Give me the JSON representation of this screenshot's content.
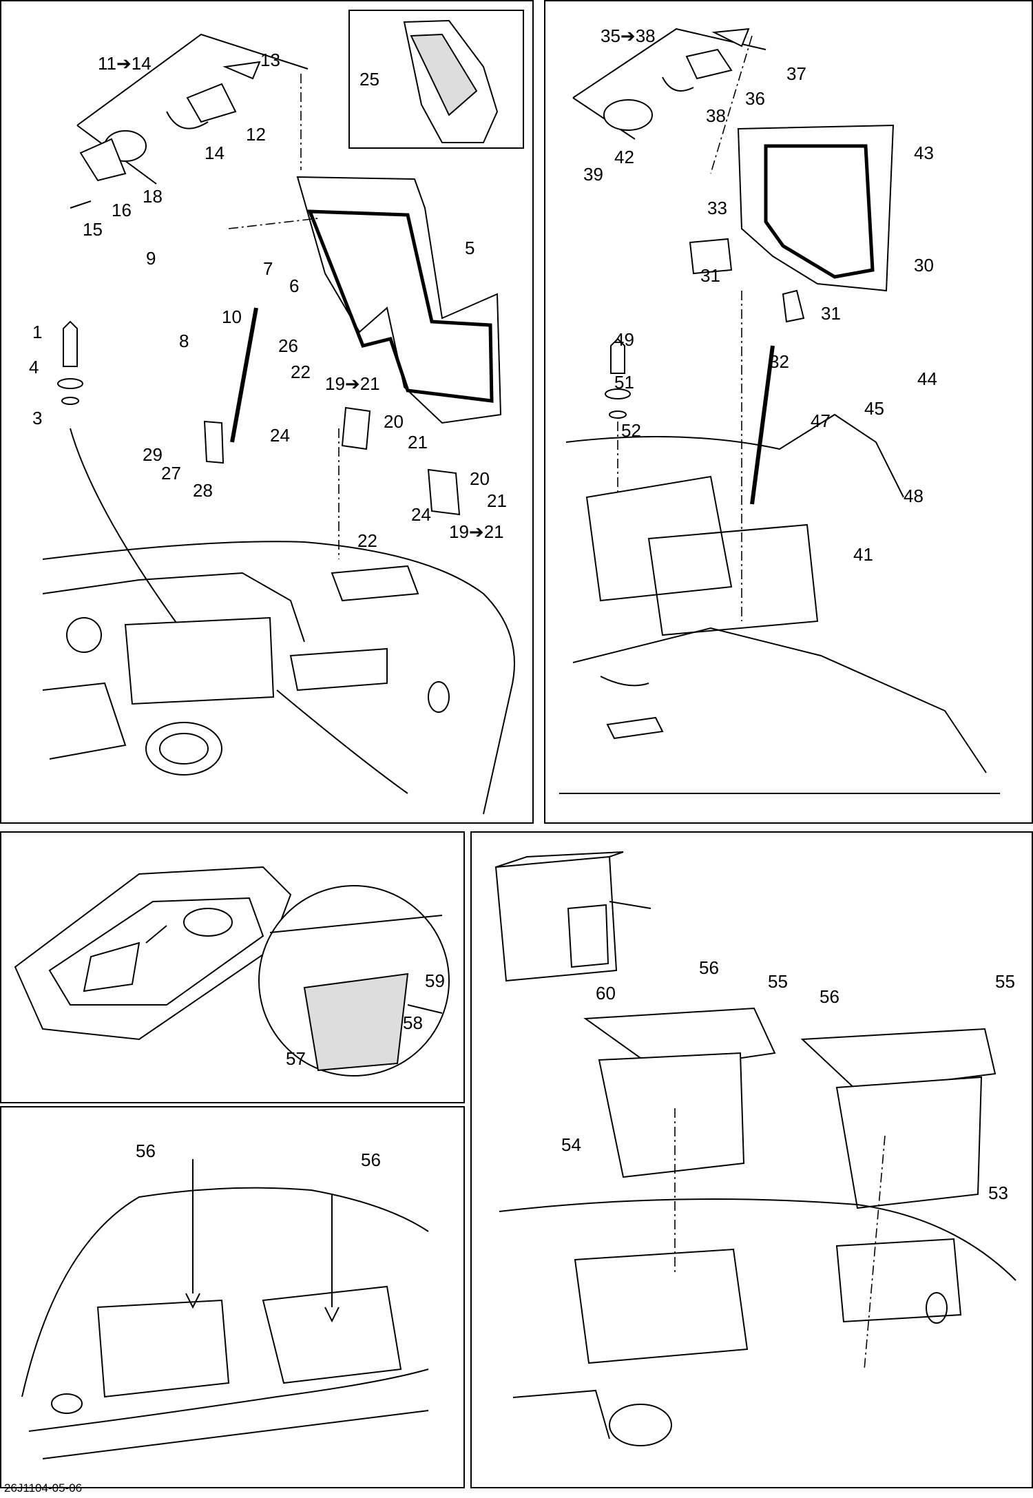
{
  "drawing_code": "26J1104-05-06",
  "panels": {
    "top_left": {
      "labels": [
        "11➔14",
        "13",
        "12",
        "14",
        "18",
        "16",
        "15",
        "25",
        "5",
        "7",
        "9",
        "6",
        "10",
        "8",
        "1",
        "26",
        "4",
        "3",
        "22",
        "19➔21",
        "20",
        "21",
        "24",
        "29",
        "27",
        "28",
        "20",
        "21",
        "24",
        "22",
        "19➔21"
      ]
    },
    "top_right": {
      "labels": [
        "35➔38",
        "37",
        "36",
        "38",
        "42",
        "39",
        "43",
        "33",
        "31",
        "30",
        "31",
        "32",
        "49",
        "44",
        "51",
        "45",
        "52",
        "47",
        "48",
        "41"
      ]
    },
    "mid_left": {
      "labels": [
        "59",
        "58",
        "57"
      ]
    },
    "bottom_left": {
      "labels": [
        "56",
        "56"
      ]
    },
    "bottom_right": {
      "labels": [
        "60",
        "56",
        "55",
        "56",
        "55",
        "54",
        "53"
      ]
    }
  }
}
